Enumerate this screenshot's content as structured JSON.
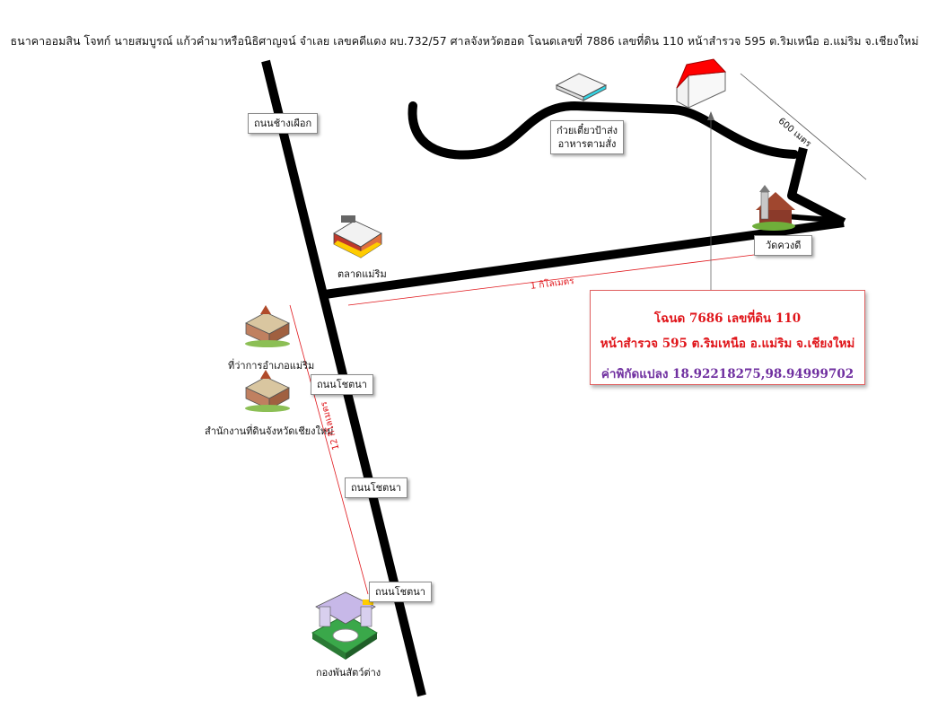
{
  "header": {
    "text": "ธนาคาออมสิน โจทก์ นายสมบูรณ์  แก้วคำมาหรือนิธิศาญจน์ จำเลย เลขคดีแดง ผบ.732/57 ศาลจังหวัดฮอด โฉนดเลขที่ 7886 เลขที่ดิน 110 หน้าสำรวจ 595  ต.ริมเหนือ อ.แม่ริม จ.เชียงใหม่"
  },
  "roads": {
    "chang_phueak": "ถนนช้างเผือก",
    "chotana_1": "ถนนโชตนา",
    "chotana_2": "ถนนโชตนา",
    "chotana_3": "ถนนโชตนา"
  },
  "places": {
    "noodle_shop_line1": "ก๋วยเตี๋ยวป้าส่ง",
    "noodle_shop_line2": "อาหารตามสั่ง",
    "wat": "วัดควงดี",
    "market": "ตลาดแม่ริม",
    "district_office": "ที่ว่าการอำเภอแม่ริม",
    "land_office": "สำนักงานที่ดินจังหวัดเชียงใหม่",
    "army": "กองพันสัตว์ต่าง"
  },
  "distances": {
    "d600": "600 เมตร",
    "d1km": "1 กิโลเมตร",
    "d12km": "12 กิโลเมตร"
  },
  "infobox": {
    "line1": "โฉนด 7686 เลขที่ดิน 110",
    "line2": "หน้าสำรวจ 595  ต.ริมเหนือ  อ.แม่ริม  จ.เชียงใหม่",
    "line3": "ค่าพิกัดแปลง 18.92218275,98.94999702"
  },
  "colors": {
    "road": "#000000",
    "distance_line": "#e0161b",
    "target_roof": "#ff0000",
    "info_text_red": "#e0161b",
    "info_text_purple": "#7030a0",
    "shop_accent": "#33d6e6"
  }
}
